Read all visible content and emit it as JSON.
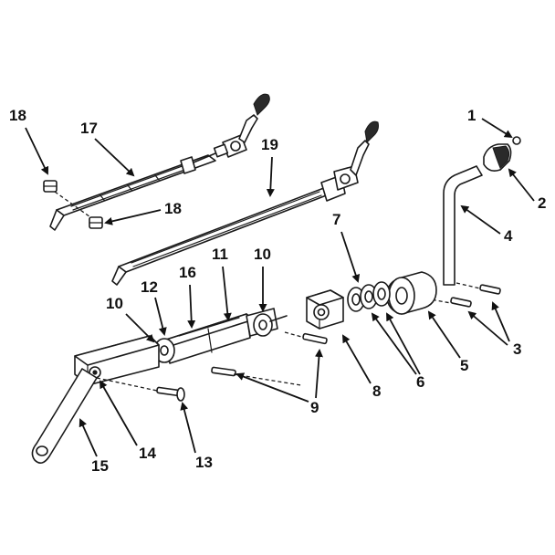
{
  "callouts": [
    "1",
    "2",
    "3",
    "4",
    "5",
    "6",
    "7",
    "8",
    "9",
    "10",
    "10",
    "11",
    "12",
    "13",
    "14",
    "15",
    "16",
    "17",
    "18",
    "18",
    "19"
  ]
}
